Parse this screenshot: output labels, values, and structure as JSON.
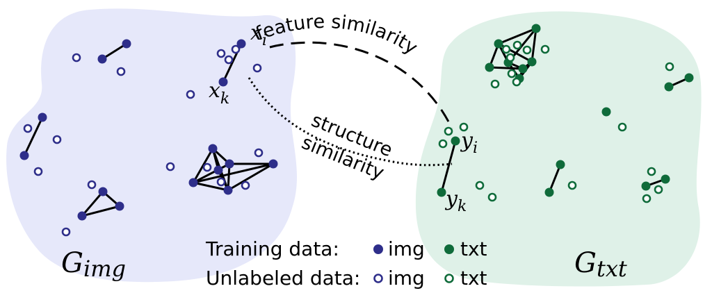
{
  "colors": {
    "img_region": "#e6e8fa",
    "txt_region": "#dff1e8",
    "img_node": "#2e2e8a",
    "txt_node": "#0f6b3a",
    "edge": "#000000"
  },
  "graphs": {
    "img_label_main": "G",
    "img_label_sub": "img",
    "txt_label_main": "G",
    "txt_label_sub": "txt"
  },
  "node_labels": {
    "xi_main": "x",
    "xi_sub": "i",
    "xk_main": "x",
    "xk_sub": "k",
    "yi_main": "y",
    "yi_sub": "i",
    "yk_main": "y",
    "yk_sub": "k"
  },
  "annotations": {
    "feature_similarity": "feature similarity",
    "structure_line1": "structure",
    "structure_line2": "similarity"
  },
  "legend": {
    "training_label": "Training data:",
    "unlabeled_label": "Unlabeled data:",
    "img": "img",
    "txt": "txt"
  }
}
